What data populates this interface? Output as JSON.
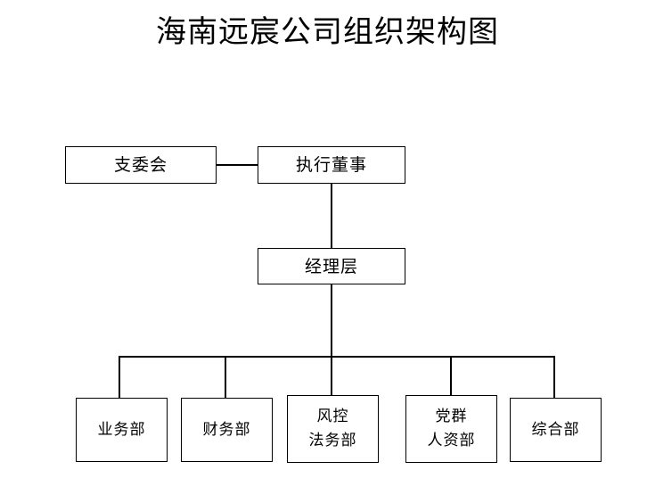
{
  "document": {
    "title": "海南远宸公司组织架构图",
    "background_color": "#ffffff",
    "line_color": "#000000",
    "text_color": "#000000"
  },
  "chart_data": {
    "type": "diagram",
    "diagram_kind": "organization-chart",
    "title": "海南远宸公司组织架构图",
    "nodes": [
      {
        "id": "party-committee",
        "label": "支委会",
        "lines": [
          "支委会"
        ],
        "level": 0
      },
      {
        "id": "executive-director",
        "label": "执行董事",
        "lines": [
          "执行董事"
        ],
        "level": 0
      },
      {
        "id": "management",
        "label": "经理层",
        "lines": [
          "经理层"
        ],
        "level": 1
      },
      {
        "id": "business-dept",
        "label": "业务部",
        "lines": [
          "业务部"
        ],
        "level": 2
      },
      {
        "id": "finance-dept",
        "label": "财务部",
        "lines": [
          "财务部"
        ],
        "level": 2
      },
      {
        "id": "risk-legal-dept",
        "label": "风控法务部",
        "lines": [
          "风控",
          "法务部"
        ],
        "level": 2
      },
      {
        "id": "party-hr-dept",
        "label": "党群人资部",
        "lines": [
          "党群",
          "人资部"
        ],
        "level": 2
      },
      {
        "id": "general-dept",
        "label": "综合部",
        "lines": [
          "综合部"
        ],
        "level": 2
      }
    ],
    "edges": [
      {
        "from": "party-committee",
        "to": "executive-director",
        "style": "horizontal"
      },
      {
        "from": "executive-director",
        "to": "management",
        "style": "vertical"
      },
      {
        "from": "management",
        "to": "business-dept",
        "style": "elbow"
      },
      {
        "from": "management",
        "to": "finance-dept",
        "style": "elbow"
      },
      {
        "from": "management",
        "to": "risk-legal-dept",
        "style": "elbow"
      },
      {
        "from": "management",
        "to": "party-hr-dept",
        "style": "elbow"
      },
      {
        "from": "management",
        "to": "general-dept",
        "style": "elbow"
      }
    ]
  },
  "nodes": {
    "party_committee": {
      "line1": "支委会"
    },
    "executive_director": {
      "line1": "执行董事"
    },
    "management": {
      "line1": "经理层"
    },
    "departments": [
      {
        "line1": "业务部",
        "line2": ""
      },
      {
        "line1": "财务部",
        "line2": ""
      },
      {
        "line1": "风控",
        "line2": "法务部"
      },
      {
        "line1": "党群",
        "line2": "人资部"
      },
      {
        "line1": "综合部",
        "line2": ""
      }
    ]
  }
}
